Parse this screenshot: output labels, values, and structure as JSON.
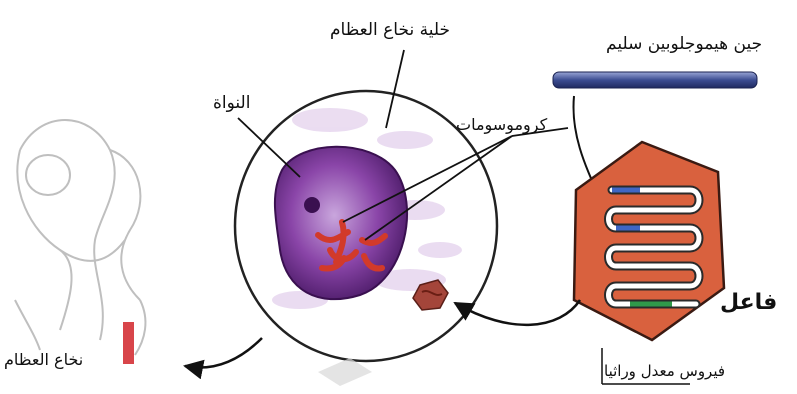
{
  "labels": {
    "bone_marrow_cell": "خلية نخاع العظام",
    "healthy_gene": "جين هيموجلوبين سليم",
    "nucleus": "النواة",
    "chromosomes": "كروموسومات",
    "bone_marrow": "نخاع العظام",
    "active": "فاعل",
    "modified_virus": "فيروس معدل وراثيا"
  },
  "colors": {
    "cell_membrane": "#222222",
    "nucleus_fill": "#6b2a86",
    "chromosome": "#d23a2a",
    "hexagon_fill": "#d9613e",
    "gene_rod": "#4a5a9c",
    "arrow": "#111111"
  }
}
